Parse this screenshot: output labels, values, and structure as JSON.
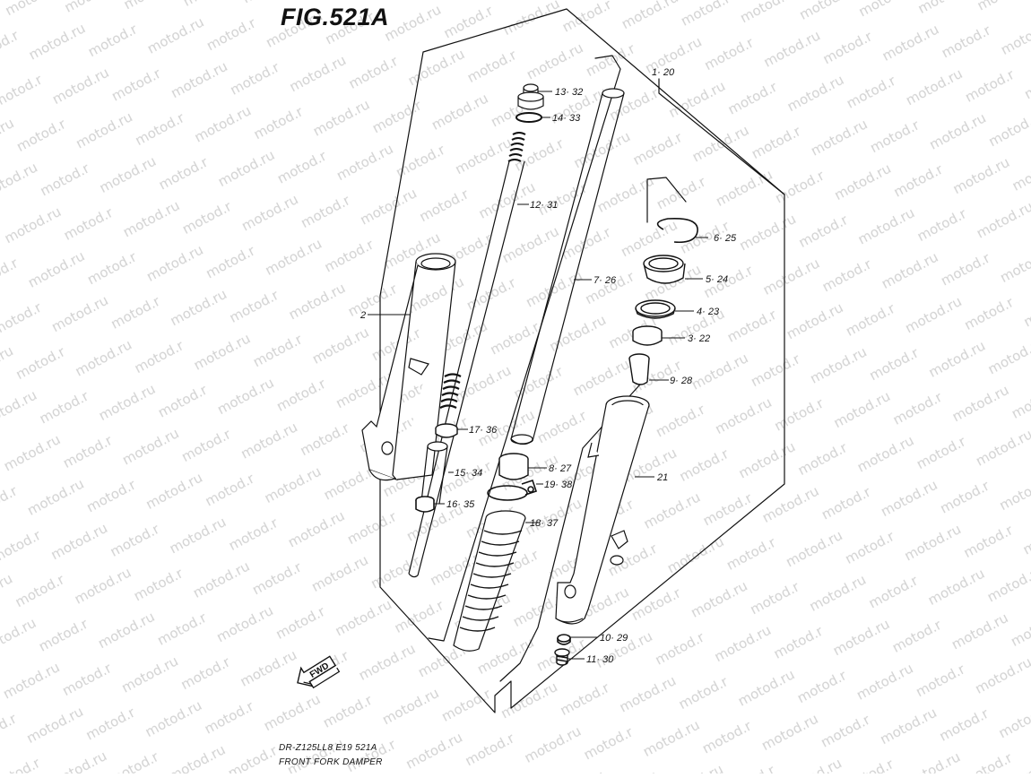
{
  "figure": {
    "title": "FIG.521A",
    "model_code": "DR-Z125LL8  E19  521A",
    "caption": "FRONT FORK DAMPER",
    "watermark": "motod.ru",
    "fwd_label": "FWD"
  },
  "callouts": [
    {
      "id": "c-1-20",
      "label": "1· 20"
    },
    {
      "id": "c-13-32",
      "label": "13· 32"
    },
    {
      "id": "c-14-33",
      "label": "14· 33"
    },
    {
      "id": "c-12-31",
      "label": "12· 31"
    },
    {
      "id": "c-6-25",
      "label": "6· 25"
    },
    {
      "id": "c-5-24",
      "label": "5· 24"
    },
    {
      "id": "c-7-26",
      "label": "7· 26"
    },
    {
      "id": "c-4-23",
      "label": "4· 23"
    },
    {
      "id": "c-3-22",
      "label": "3· 22"
    },
    {
      "id": "c-2",
      "label": "2"
    },
    {
      "id": "c-9-28",
      "label": "9· 28"
    },
    {
      "id": "c-17-36",
      "label": "17· 36"
    },
    {
      "id": "c-8-27",
      "label": "8· 27"
    },
    {
      "id": "c-15-34",
      "label": "15· 34"
    },
    {
      "id": "c-21",
      "label": "21"
    },
    {
      "id": "c-19-38",
      "label": "19· 38"
    },
    {
      "id": "c-16-35",
      "label": "16· 35"
    },
    {
      "id": "c-18-37",
      "label": "18· 37"
    },
    {
      "id": "c-10-29",
      "label": "10· 29"
    },
    {
      "id": "c-11-30",
      "label": "11· 30"
    }
  ]
}
